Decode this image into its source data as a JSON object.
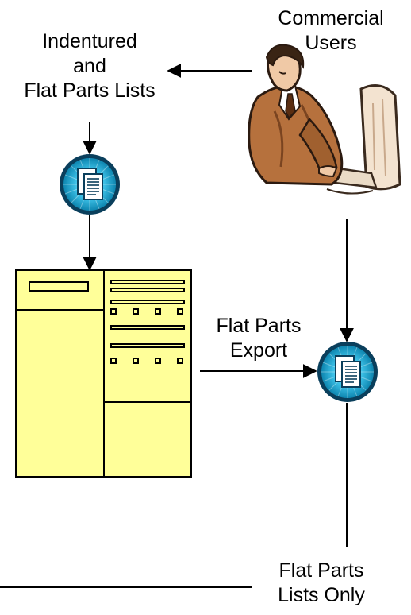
{
  "diagram": {
    "labels": {
      "commercial_users": [
        "Commercial",
        "Users"
      ],
      "indentured_lists": [
        "Indentured",
        "and",
        "Flat Parts Lists"
      ],
      "flat_parts_export": [
        "Flat Parts",
        "Export"
      ],
      "flat_parts_lists_only": [
        "Flat Parts",
        "Lists Only"
      ]
    },
    "nodes": [
      {
        "id": "commercial-users",
        "kind": "person-at-computer clipart"
      },
      {
        "id": "indentured-document",
        "kind": "document icon"
      },
      {
        "id": "parts-system",
        "kind": "form / database screen"
      },
      {
        "id": "flat-document",
        "kind": "document icon"
      }
    ],
    "edges": [
      {
        "from": "commercial-users",
        "to": "indentured-lists"
      },
      {
        "from": "indentured-lists",
        "to": "indentured-document"
      },
      {
        "from": "indentured-document",
        "to": "parts-system"
      },
      {
        "from": "commercial-users",
        "to": "flat-document"
      },
      {
        "from": "parts-system",
        "to": "flat-document",
        "label": "Flat Parts Export"
      },
      {
        "from": "flat-document",
        "to": "flat-parts-lists-only"
      }
    ],
    "colors": {
      "form_fill": "#FFFF99",
      "doc_icon_fill": "#1FA3C8",
      "doc_icon_dark": "#0B5E7F",
      "line": "#000000"
    }
  }
}
